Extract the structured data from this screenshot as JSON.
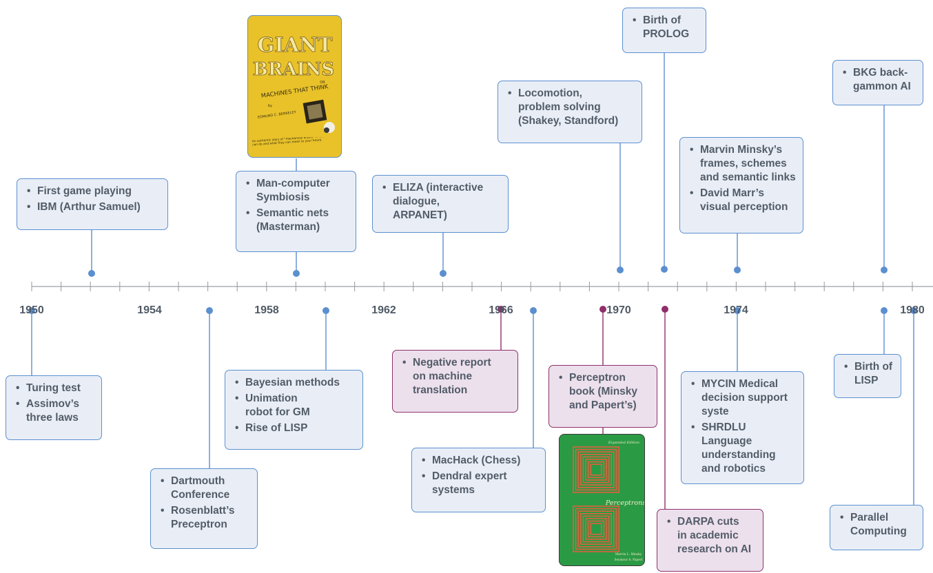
{
  "axis": {
    "years": [
      "1950",
      "1954",
      "1958",
      "1962",
      "1966",
      "1970",
      "1974",
      "1980"
    ]
  },
  "colors": {
    "blue": "#5b8fd0",
    "purple": "#8e2f6a",
    "axis": "#9aa0a6"
  },
  "events_top": [
    {
      "id": "first-game",
      "items": [
        "First game playing",
        "IBM (Arthur Samuel)"
      ]
    },
    {
      "id": "man-computer",
      "items": [
        "Man-computer\nSymbiosis",
        "Semantic nets\n(Masterman)"
      ]
    },
    {
      "id": "eliza",
      "items": [
        "ELIZA (interactive\ndialogue,\nARPANET)"
      ]
    },
    {
      "id": "locomotion",
      "items": [
        "Locomotion,\nproblem solving\n(Shakey, Standford)"
      ]
    },
    {
      "id": "prolog",
      "items": [
        "Birth of\nPROLOG"
      ]
    },
    {
      "id": "minsky",
      "items": [
        "Marvin Minsky’s\nframes, schemes\nand semantic links",
        "David Marr’s\nvisual perception"
      ]
    },
    {
      "id": "bkg",
      "items": [
        "BKG back-\ngammon AI"
      ]
    }
  ],
  "events_bottom": [
    {
      "id": "turing",
      "items": [
        "Turing test",
        "Assimov’s\nthree laws"
      ]
    },
    {
      "id": "dartmouth",
      "items": [
        "Dartmouth\nConference",
        "Rosenblatt’s\nPreceptron"
      ]
    },
    {
      "id": "bayesian",
      "items": [
        "Bayesian methods",
        "Unimation\nrobot for GM",
        "Rise of LISP"
      ]
    },
    {
      "id": "negative-report",
      "items": [
        "Negative report\non machine\ntranslation"
      ]
    },
    {
      "id": "machack",
      "items": [
        "MacHack (Chess)",
        "Dendral expert\nsystems"
      ]
    },
    {
      "id": "perceptron-book",
      "items": [
        "Perceptron\nbook (Minsky\nand Papert’s)"
      ]
    },
    {
      "id": "darpa",
      "items": [
        "DARPA cuts\nin academic\nresearch on AI"
      ]
    },
    {
      "id": "mycin",
      "items": [
        "MYCIN Medical\ndecision support\nsyste",
        "SHRDLU Language\nunderstanding\nand robotics"
      ]
    },
    {
      "id": "lisp-birth",
      "items": [
        "Birth of\nLISP"
      ]
    },
    {
      "id": "parallel",
      "items": [
        "Parallel\nComputing"
      ]
    }
  ],
  "books": {
    "giant_brains": {
      "title1": "GIANT",
      "title2": "BRAINS",
      "of": "OR",
      "subtitle": "MACHINES THAT THINK",
      "by": "by",
      "author": "EDMUND C. BERKELEY",
      "blurb": "An authentic story of “mechanical brains” … what they can do and what they can mean to your future"
    },
    "perceptrons": {
      "edition": "Expanded Edition",
      "title": "Perceptrons",
      "author1": "Marvin L. Minsky",
      "author2": "Seymour A. Papert"
    }
  }
}
